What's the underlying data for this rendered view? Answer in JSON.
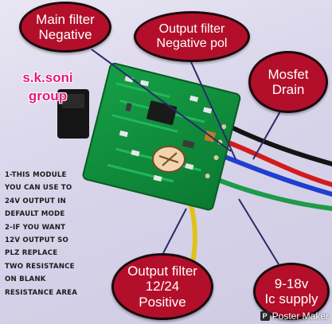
{
  "brand": {
    "line1": "s.k.soni",
    "line2": "group"
  },
  "labels": {
    "main_filter": {
      "line1": "Main filter",
      "line2": "Negative"
    },
    "output_neg": {
      "line1": "Output filter",
      "line2": "Negative pol"
    },
    "mosfet": {
      "line1": "Mosfet",
      "line2": "Drain"
    },
    "output_pos": {
      "line1": "Output filter",
      "line2": "12/24",
      "line3": "Positive"
    },
    "supply": {
      "line1": "9-18v",
      "line2": "Ic supply"
    }
  },
  "note": {
    "lines": [
      "1-THIS MODULE",
      "YOU CAN USE TO",
      "24V OUTPUT IN",
      "DEFAULT MODE",
      "2-IF YOU WANT",
      "12V OUTPUT SO",
      "PLZ REPLACE",
      "TWO RESISTANCE",
      "ON BLANK",
      "RESISTANCE AREA"
    ]
  },
  "watermark": {
    "text": "Poster Maker",
    "icon": "poster-maker-logo"
  },
  "colors": {
    "bubble": "#b30f2a",
    "brand": "#e5197a",
    "pcb": "#0f8a3a",
    "wire_black": "#141414",
    "wire_red": "#d31b1b",
    "wire_blue": "#1f3fd0",
    "wire_green": "#1e9a4a",
    "wire_yellow": "#e2c21a"
  }
}
